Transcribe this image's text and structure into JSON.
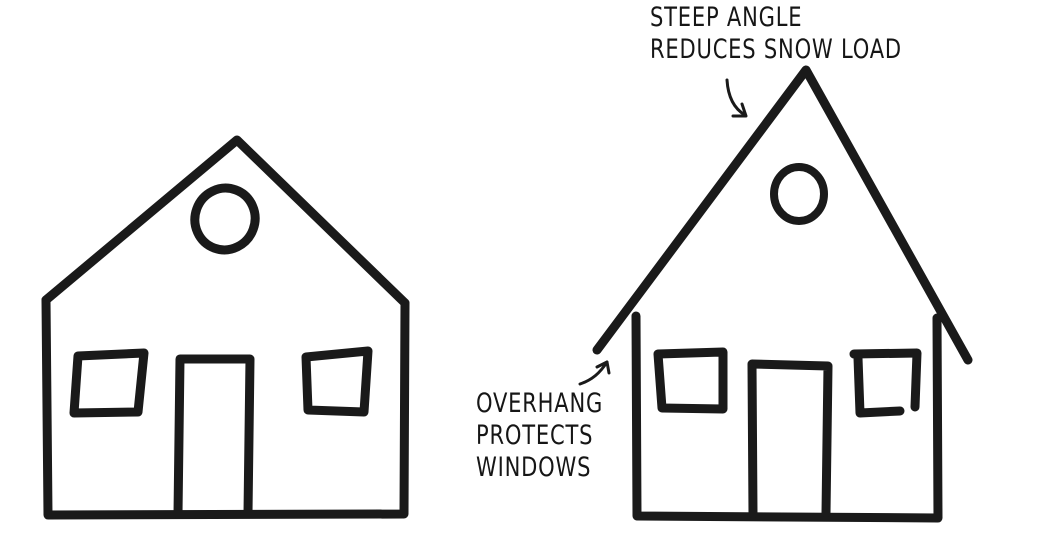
{
  "diagram": {
    "type": "hand-drawn comparison sketch",
    "stroke_color": "#1a1a1a",
    "background": "#ffffff",
    "houses": [
      {
        "id": "standard-house",
        "roof": "moderate pitch, no overhang",
        "features": [
          "round gable window",
          "left square window",
          "door",
          "right square window"
        ]
      },
      {
        "id": "improved-house",
        "roof": "steep pitch with eave overhang",
        "features": [
          "round gable window",
          "left square window",
          "door",
          "right square window"
        ]
      }
    ],
    "annotations": {
      "steep_angle": {
        "lines": [
          "STEEP ANGLE",
          "REDUCES SNOW LOAD"
        ],
        "arrow_target": "improved-house roof"
      },
      "overhang": {
        "lines": [
          "OVERHANG",
          "PROTECTS",
          "WINDOWS"
        ],
        "arrow_target": "improved-house left eave"
      }
    }
  }
}
